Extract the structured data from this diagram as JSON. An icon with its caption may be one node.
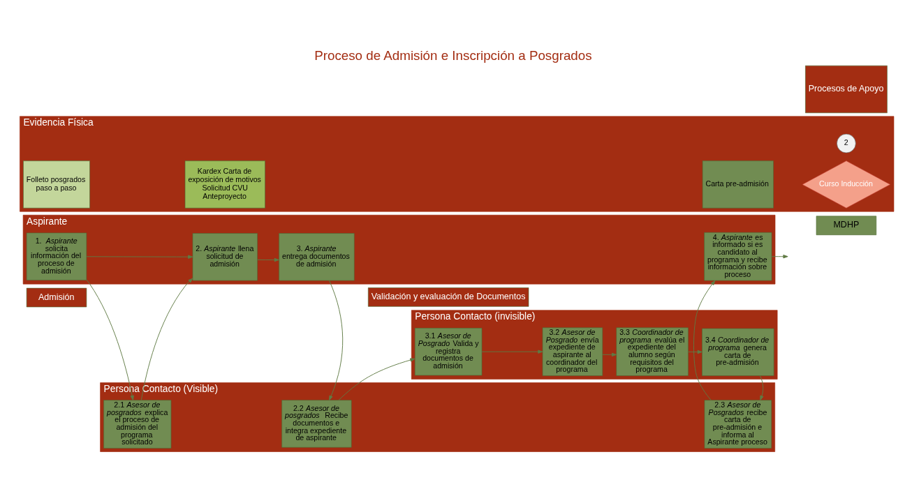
{
  "diagram": {
    "title": "Proceso de Admisión e Inscripción a Posgrados",
    "nodes": [
      {
        "text": [
          "MDHP"
        ]
      },
      {
        "text": [
          "Admisión"
        ]
      },
      {
        "text": [
          "Validación y evaluación de Documentos"
        ]
      },
      {
        "text": [
          "Evidencia Física"
        ]
      },
      {
        "text": [
          "Folleto posgrados paso a paso"
        ],
        "in": 3
      },
      {
        "text": [
          "Kardex Carta de exposición de motivos Solicitud CVU Anteproyecto"
        ],
        "in": 3
      },
      {
        "text": [
          "Carta pre-admisión"
        ],
        "in": 3
      },
      {
        "text": [
          "2"
        ],
        "in": 3
      },
      {
        "text": [
          "Curso Inducción"
        ],
        "in": 3
      },
      {
        "text": [
          "Aspirante"
        ]
      },
      {
        "text": [
          "1.  *Aspirante* solicita información del proceso de admisión"
        ],
        "in": 9
      },
      {
        "text": [
          "2. *Aspirante* llena solicitud de admisión"
        ],
        "in": 9
      },
      {
        "text": [
          "3. *Aspirante* entrega documentos de admisión"
        ],
        "in": 9
      },
      {
        "text": [
          "4. *Aspirante* es informado si es candidato al programa y recibe información sobre proceso"
        ],
        "in": 9
      },
      {
        "text": [
          "Persona Contacto (Visible)"
        ]
      },
      {
        "text": [
          "2.1 *Asesor de posgrados* explica el proceso de admisión del programa solicitado"
        ],
        "in": 14
      },
      {
        "text": [
          "2.2 *Asesor de posgrados*  Recibe documentos e integra expediente de aspirante"
        ],
        "in": 14
      },
      {
        "text": [
          "2.3 *Asesor de Posgrados* recibe carta de pre-admisión e informa al Aspirante proceso"
        ],
        "in": 14
      },
      {
        "text": [
          "Persona Contacto (invisible)"
        ]
      },
      {
        "text": [
          "3.1 *Asesor de Posgrado* Valida y registra documentos de admisión"
        ],
        "in": 18
      },
      {
        "text": [
          "3.2 *Asesor de Posgrado* envía expediente de aspirante al coordinador del programa"
        ],
        "in": 18
      },
      {
        "text": [
          "3.3 *Coordinador de programa* evalúa el expediente del alumno según requisitos del programa"
        ],
        "in": 18
      },
      {
        "text": [
          "3.4 *Coordinador de programa* genera carta de pre-admisión"
        ],
        "in": 18
      },
      {
        "text": [
          "Procesos de Apoyo"
        ]
      }
    ],
    "edges": [
      {
        "from": 10,
        "to": 11,
        "arrow": "to"
      },
      {
        "from": 11,
        "to": 12,
        "arrow": "to"
      },
      {
        "from": 10,
        "to": 15,
        "arrow": "to"
      },
      {
        "from": 15,
        "to": 11,
        "arrow": "to"
      },
      {
        "from": 12,
        "to": 16,
        "arrow": "to"
      },
      {
        "from": 16,
        "to": 19,
        "arrow": "to"
      },
      {
        "from": 19,
        "to": 20,
        "arrow": "to"
      },
      {
        "from": 20,
        "to": 21,
        "arrow": "to"
      },
      {
        "from": 21,
        "to": 22,
        "arrow": "to"
      },
      {
        "from": 22,
        "to": 17,
        "arrow": "to"
      },
      {
        "from": 17,
        "to": 13,
        "arrow": "to"
      },
      {
        "from": 13,
        "to": null,
        "arrow": "to"
      }
    ]
  }
}
